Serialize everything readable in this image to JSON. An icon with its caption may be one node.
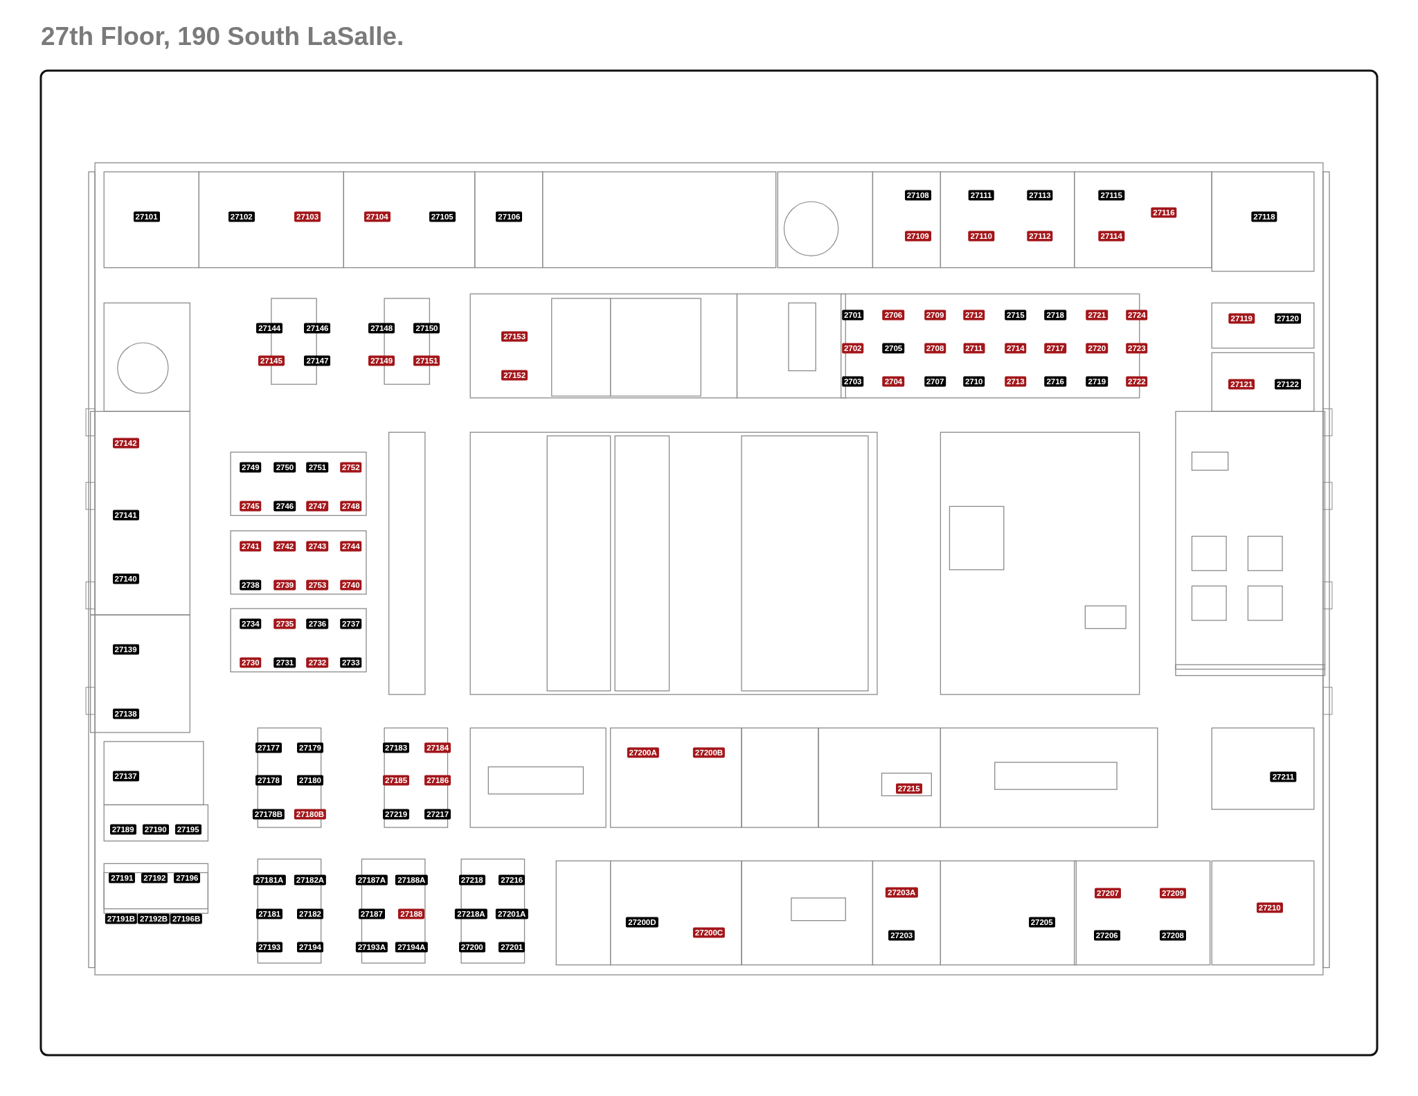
{
  "diagram": {
    "title": "27th Floor, 190 South LaSalle.",
    "labels": [
      "27108",
      "27111",
      "27113",
      "27115",
      "27101",
      "27102",
      "27103",
      "27104",
      "27105",
      "27106",
      "27116",
      "27118",
      "27109",
      "27110",
      "27112",
      "27114",
      "2701",
      "2706",
      "2709",
      "2712",
      "2715",
      "2718",
      "2721",
      "2724",
      "27119",
      "27120",
      "27144",
      "27146",
      "27148",
      "27150",
      "27153",
      "2702",
      "2705",
      "2708",
      "2711",
      "2714",
      "2717",
      "2720",
      "2723",
      "27145",
      "27147",
      "27149",
      "27151",
      "27152",
      "2703",
      "2704",
      "2707",
      "2710",
      "2713",
      "2716",
      "2719",
      "2722",
      "27121",
      "27122",
      "27142",
      "2749",
      "2750",
      "2751",
      "2752",
      "2745",
      "2746",
      "2747",
      "2748",
      "27141",
      "2741",
      "2742",
      "2743",
      "2744",
      "27140",
      "2738",
      "2739",
      "2753",
      "2740",
      "2734",
      "2735",
      "2736",
      "2737",
      "27139",
      "2730",
      "2731",
      "2732",
      "2733",
      "27138",
      "27177",
      "27179",
      "27183",
      "27184",
      "27200A",
      "27200B",
      "27137",
      "27178",
      "27180",
      "27185",
      "27186",
      "27211",
      "27215",
      "27178B",
      "27180B",
      "27219",
      "27217",
      "27189",
      "27190",
      "27195",
      "27191",
      "27192",
      "27196",
      "27181A",
      "27182A",
      "27187A",
      "27188A",
      "27218",
      "27216",
      "27203A",
      "27207",
      "27209",
      "27210",
      "27181",
      "27182",
      "27187",
      "27188",
      "27218A",
      "27201A",
      "27191B",
      "27192B",
      "27196B",
      "27200D",
      "27205",
      "27200C",
      "27203",
      "27206",
      "27208",
      "27193",
      "27194",
      "27193A",
      "27194A",
      "27200",
      "27201"
    ]
  }
}
